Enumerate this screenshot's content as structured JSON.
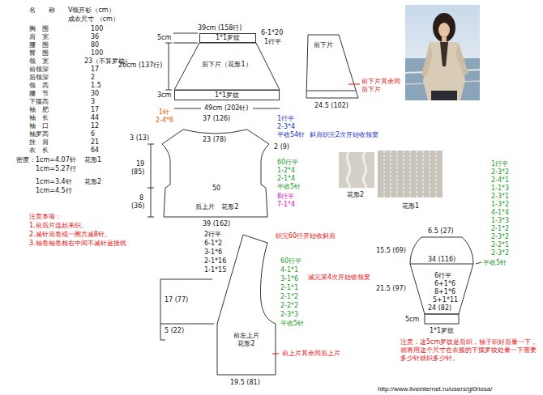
{
  "diagram": {
    "nodes": [
      {
        "text": [
          "1*1罗纹"
        ]
      },
      {
        "text": [
          "后下片（花形1）"
        ]
      },
      {
        "text": [
          "1*1罗纹"
        ]
      },
      {
        "text": [
          "前下片"
        ]
      },
      {
        "text": [
          "后上片　花形2"
        ]
      },
      {
        "text": [
          "前左上片",
          "花形2"
        ]
      },
      {
        "text": [
          "34 (116)",
          "6行平",
          "6+1*6",
          "8+1*6",
          "5+1*11",
          "24 (82)"
        ]
      }
    ],
    "labels": [
      "名　　称",
      "V领开衫（cm）",
      "成衣尺寸 （cm）",
      "胸　围",
      "100",
      "肩　宽",
      "36",
      "腰　围",
      "80",
      "臀　围",
      "100",
      "领　宽",
      "23（不算罗纹）",
      "前领深",
      "17",
      "后领深",
      "2",
      "领　高",
      "1.5",
      "腰　节",
      "30",
      "下摆高",
      "3",
      "袖　肥",
      "17",
      "袖　长",
      "44",
      "袖　口",
      "12",
      "袖罗高",
      "6",
      "挂　肩",
      "21",
      "衣　长",
      "64",
      "密度：1cm=4.07针",
      "花形1",
      "1cm=5.27行",
      "1cm=3.4针",
      "花形2",
      "1cm=4.5行",
      "注意事项：",
      "1.前后片连起来织。",
      "2.减针肩卷或一圈共减8针。",
      "3.袖卷袖卷相右中间不减针是接线",
      "39cm (158行)",
      "5cm",
      "26cm (137行)",
      "6-1*20",
      "1行平",
      "3cm",
      "49cm (202针)",
      "前下片其余同后下片",
      "24.5 (102)",
      "1针",
      "2-4*6",
      "37 (126)",
      "23 (78)",
      "1行平",
      "2-3*4",
      "平收54针",
      "斜肩织完2次开始收领窝",
      "3 (13)",
      "2 (9)",
      "19",
      "(85)",
      "60行平",
      "1-2*4",
      "2-1*4",
      "平收5针",
      "8",
      "(36)",
      "50",
      "8行平",
      "7-1*4",
      "39 (162)",
      "2行平",
      "6-1*2",
      "3-1*6",
      "2-1*16",
      "1-1*15",
      "织完60行开始收斜肩",
      "60行平",
      "4-1*1",
      "3-1*6",
      "2-1*1",
      "2-1*2",
      "2-2*2",
      "2-3*3",
      "平收5针",
      "减完第4次开始收领窝",
      "17 (77)",
      "5 (22)",
      "前上片其余同后上片",
      "19.5 (81)",
      "花形2",
      "花形1",
      "1行平",
      "2-3*2",
      "2-4*1",
      "1-1*3",
      "2-3*1",
      "1-3*2",
      "4-1*4",
      "1-3*3",
      "2-1*2",
      "2-3*2",
      "2-2*1",
      "2-3*2",
      "平收5针",
      "6.5 (27)",
      "15.5 (69)",
      "21.5 (97)",
      "5cm",
      "1*1罗纹",
      "注意：这5cm罗纹是后织，袖子织好后量一下，就将用这个尺寸在衣服的下摆罗纹处量一下需要多少针就织多少针。",
      "http://www.liveinternet.ru/users/gl0riosa/"
    ]
  }
}
